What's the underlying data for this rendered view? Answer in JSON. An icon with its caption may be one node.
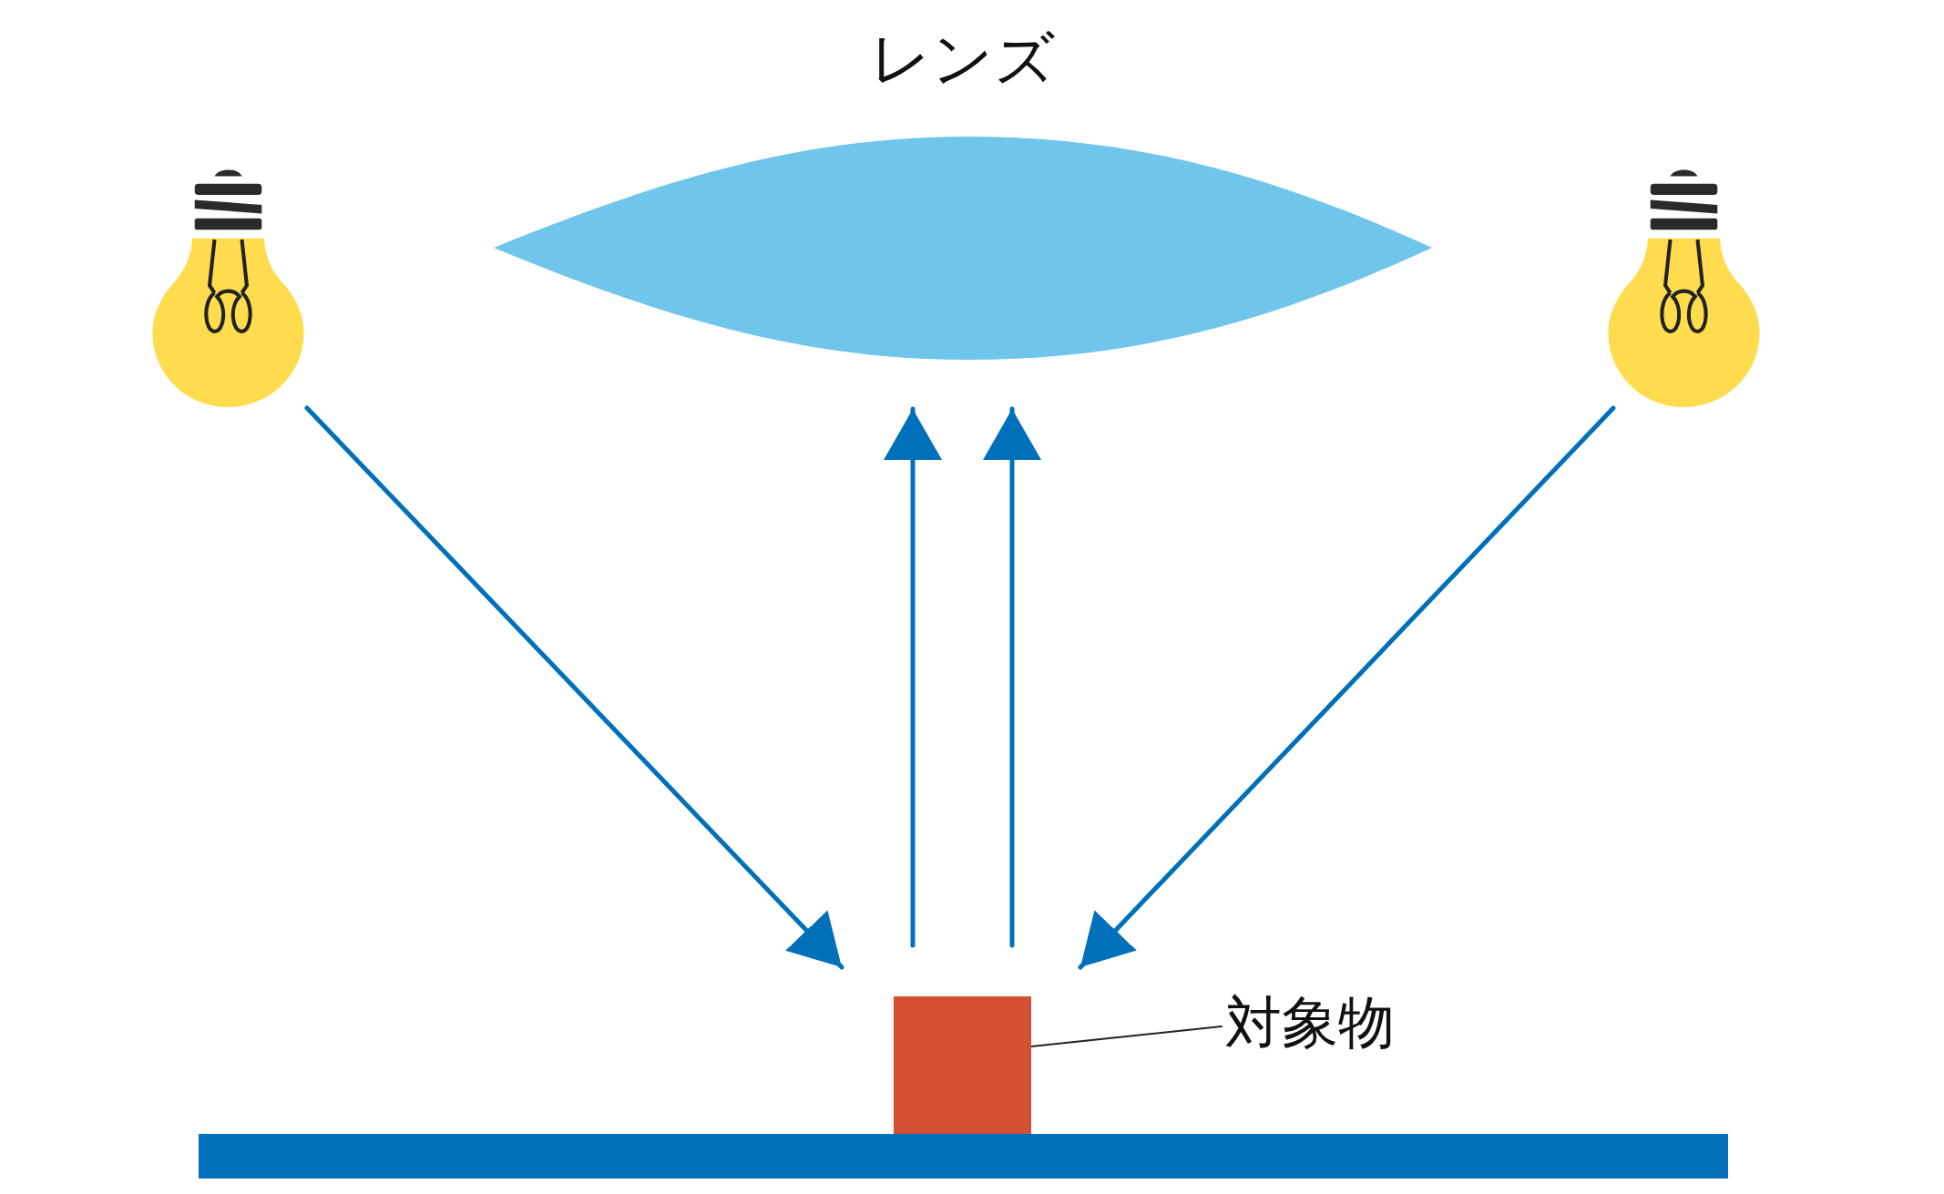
{
  "diagram": {
    "nodes": [
      {
        "text": [
          "レンズ"
        ]
      },
      {
        "text": [],
        "shape": "picture"
      },
      {
        "text": [],
        "shape": "picture"
      },
      {
        "text": [
          "対象物"
        ]
      },
      {
        "text": [],
        "shape": "box"
      },
      {
        "text": [],
        "shape": "bar"
      }
    ],
    "edges": [
      {
        "from": 1,
        "to": 4,
        "arrow": "to"
      },
      {
        "from": 2,
        "to": 4,
        "arrow": "to"
      },
      {
        "from": 4,
        "to": 0,
        "arrow": "to"
      },
      {
        "from": 4,
        "to": 0,
        "arrow": "to"
      },
      {
        "from": 3,
        "to": 4,
        "arrow": "none",
        "color": "#222222"
      }
    ]
  }
}
